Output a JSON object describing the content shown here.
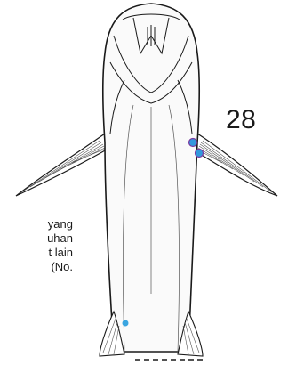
{
  "figure": {
    "number": "28",
    "side_text_lines": [
      "yang",
      "uhan",
      "t lain",
      "(No."
    ]
  },
  "markers": [
    {
      "id": "pectoral-right-upper",
      "color": "#3399dd"
    },
    {
      "id": "pectoral-right-lower",
      "color": "#3399dd"
    },
    {
      "id": "ventral-left-lower",
      "color": "#3aa5e0"
    }
  ],
  "colors": {
    "outline": "#1a1a1a",
    "body": "#fafafa",
    "marker": "#3399dd"
  }
}
